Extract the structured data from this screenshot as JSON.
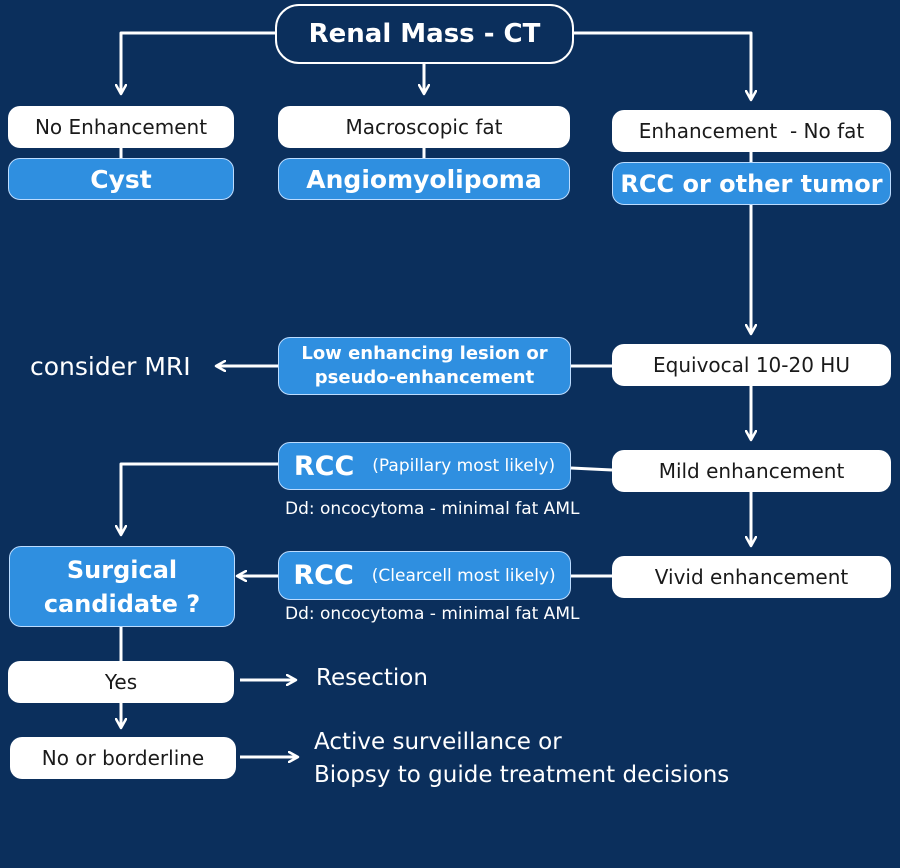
{
  "title": "Renal Mass - CT",
  "branches": {
    "no_enhancement": "No Enhancement",
    "cyst": "Cyst",
    "macroscopic_fat": "Macroscopic fat",
    "angiomyolipoma": "Angiomyolipoma",
    "enhancement_no_fat": "Enhancement  - No fat",
    "rcc_other_tumor": "RCC or other tumor"
  },
  "equivocal": {
    "label": "Equivocal 10-20 HU",
    "result_line1": "Low enhancing lesion or",
    "result_line2": "pseudo-enhancement",
    "action": "consider MRI"
  },
  "mild": {
    "label": "Mild enhancement",
    "rcc": "RCC",
    "subtype": "(Papillary most likely)",
    "dd": "Dd: oncocytoma - minimal fat AML"
  },
  "vivid": {
    "label": "Vivid enhancement",
    "rcc": "RCC",
    "subtype": "(Clearcell most likely)",
    "dd": "Dd: oncocytoma - minimal fat AML"
  },
  "surgical": {
    "line1": "Surgical",
    "line2": "candidate ?",
    "yes": "Yes",
    "yes_result": "Resection",
    "no": "No or borderline",
    "no_result_line1": "Active surveillance or",
    "no_result_line2": "Biopsy to guide treatment decisions"
  },
  "colors": {
    "background": "#0b2f5c",
    "node_blue": "#2f8fe0",
    "node_white": "#ffffff",
    "connector": "#ffffff"
  }
}
